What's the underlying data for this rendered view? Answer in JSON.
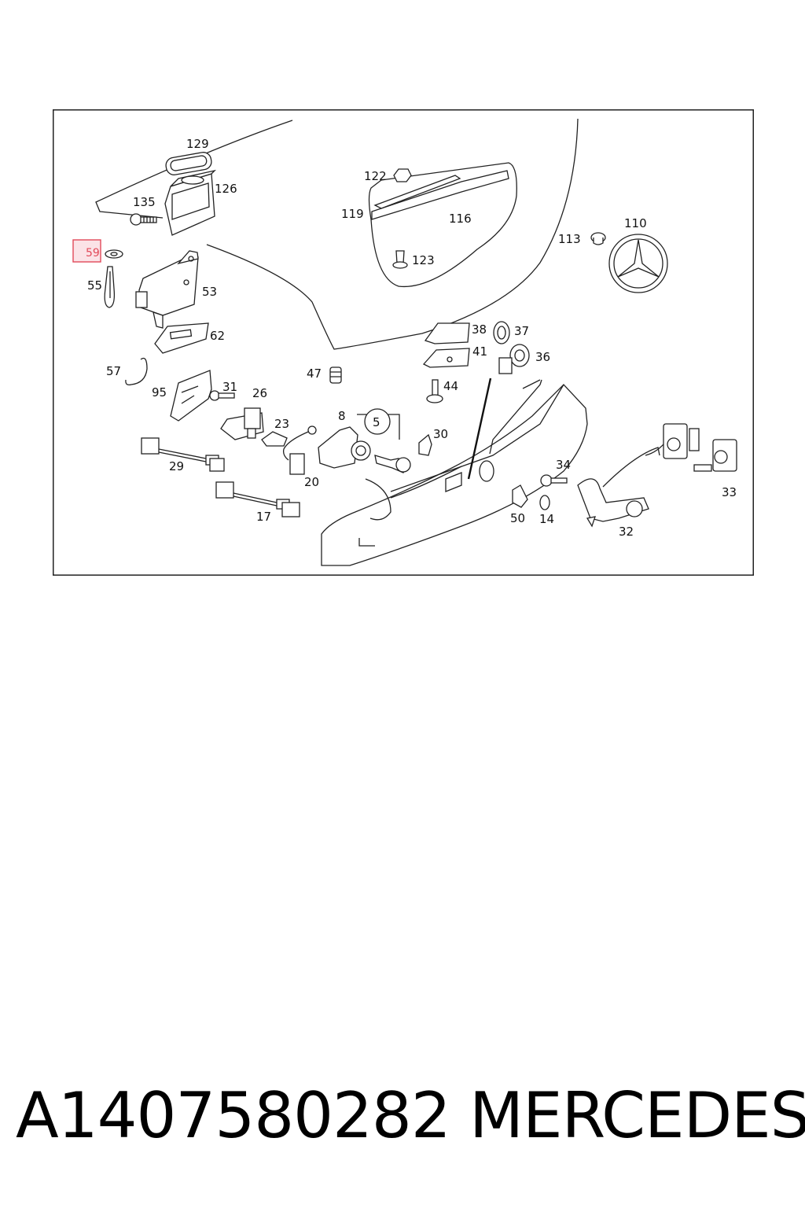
{
  "diagram": {
    "callouts": [
      {
        "id": "c129",
        "text": "129"
      },
      {
        "id": "c126",
        "text": "126"
      },
      {
        "id": "c135",
        "text": "135"
      },
      {
        "id": "c59",
        "text": "59",
        "highlighted": true
      },
      {
        "id": "c55",
        "text": "55"
      },
      {
        "id": "c53",
        "text": "53"
      },
      {
        "id": "c62",
        "text": "62"
      },
      {
        "id": "c57",
        "text": "57"
      },
      {
        "id": "c95",
        "text": "95"
      },
      {
        "id": "c31",
        "text": "31"
      },
      {
        "id": "c26",
        "text": "26"
      },
      {
        "id": "c23",
        "text": "23"
      },
      {
        "id": "c29",
        "text": "29"
      },
      {
        "id": "c17",
        "text": "17"
      },
      {
        "id": "c122",
        "text": "122"
      },
      {
        "id": "c119",
        "text": "119"
      },
      {
        "id": "c116",
        "text": "116"
      },
      {
        "id": "c123",
        "text": "123"
      },
      {
        "id": "c113",
        "text": "113"
      },
      {
        "id": "c110",
        "text": "110"
      },
      {
        "id": "c47",
        "text": "47"
      },
      {
        "id": "c38",
        "text": "38"
      },
      {
        "id": "c37",
        "text": "37"
      },
      {
        "id": "c41",
        "text": "41"
      },
      {
        "id": "c36",
        "text": "36"
      },
      {
        "id": "c44",
        "text": "44"
      },
      {
        "id": "c8",
        "text": "8"
      },
      {
        "id": "c5",
        "text": "5"
      },
      {
        "id": "c30",
        "text": "30"
      },
      {
        "id": "c20",
        "text": "20"
      },
      {
        "id": "c34",
        "text": "34"
      },
      {
        "id": "c50",
        "text": "50"
      },
      {
        "id": "c14",
        "text": "14"
      },
      {
        "id": "c32",
        "text": "32"
      },
      {
        "id": "c33",
        "text": "33"
      }
    ],
    "highlight_color": "#e24a5a"
  },
  "footer": {
    "part_number": "A1407580282",
    "brand": "MERCEDES"
  }
}
